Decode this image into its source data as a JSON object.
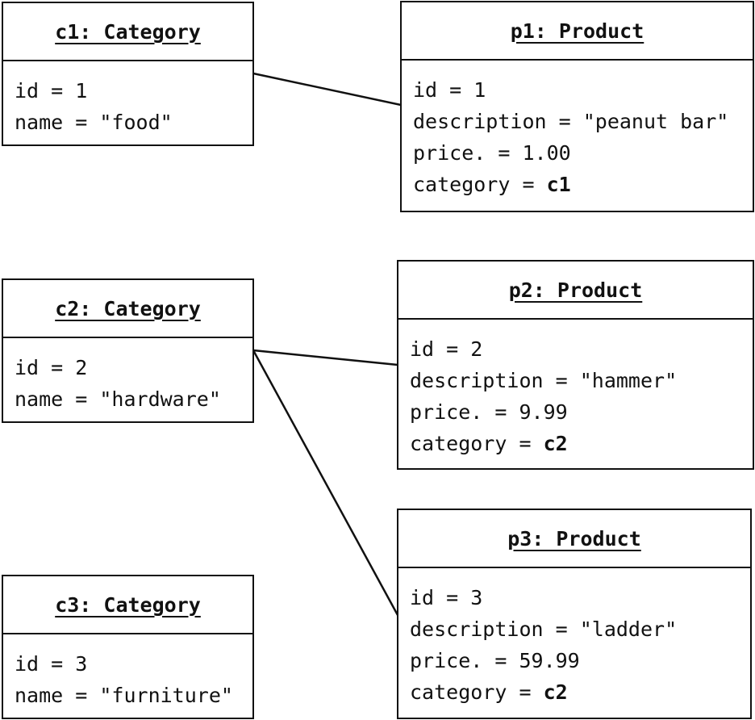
{
  "colors": {
    "stroke": "#111111",
    "background": "#ffffff"
  },
  "categories": [
    {
      "id": "c1",
      "title": "c1: Category",
      "attrs": [
        {
          "text": "id = 1"
        },
        {
          "text": "name = \"food\""
        }
      ]
    },
    {
      "id": "c2",
      "title": "c2: Category",
      "attrs": [
        {
          "text": "id = 2"
        },
        {
          "text": "name = \"hardware\""
        }
      ]
    },
    {
      "id": "c3",
      "title": "c3: Category",
      "attrs": [
        {
          "text": "id = 3"
        },
        {
          "text": "name = \"furniture\""
        }
      ]
    }
  ],
  "products": [
    {
      "id": "p1",
      "title": "p1: Product",
      "attrs": [
        {
          "text": "id = 1"
        },
        {
          "text": "description = \"peanut bar\""
        },
        {
          "text": "price. = 1.00"
        },
        {
          "text": "category = ",
          "ref": "c1"
        }
      ]
    },
    {
      "id": "p2",
      "title": "p2: Product",
      "attrs": [
        {
          "text": "id = 2"
        },
        {
          "text": "description = \"hammer\""
        },
        {
          "text": "price. = 9.99"
        },
        {
          "text": "category = ",
          "ref": "c2"
        }
      ]
    },
    {
      "id": "p3",
      "title": "p3: Product",
      "attrs": [
        {
          "text": "id = 3"
        },
        {
          "text": "description = \"ladder\""
        },
        {
          "text": "price. = 59.99"
        },
        {
          "text": "category = ",
          "ref": "c2"
        }
      ]
    }
  ],
  "links": [
    {
      "from": "c1",
      "to": "p1"
    },
    {
      "from": "c2",
      "to": "p2"
    },
    {
      "from": "c2",
      "to": "p3"
    }
  ]
}
